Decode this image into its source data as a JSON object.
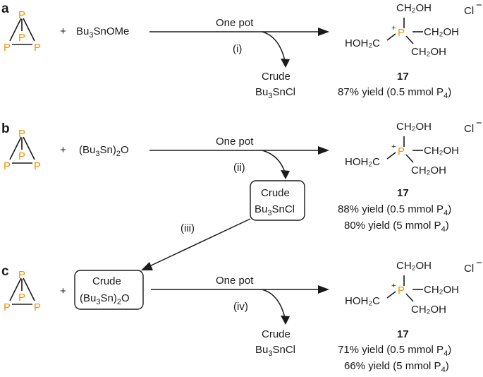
{
  "colors": {
    "phosphorus": "#f39200",
    "ink": "#1a1a1a",
    "background": "#ffffff"
  },
  "panels": [
    {
      "label": "a",
      "p4_atom": "P",
      "plus": "+",
      "reagent": {
        "main": "Bu",
        "sub1": "3",
        "rest": "SnOMe"
      },
      "arrow_above": "One pot",
      "arrow_step": "(i)",
      "byproduct": {
        "line1": "Crude",
        "line2_main": "Bu",
        "line2_sub": "3",
        "line2_rest": "SnCl",
        "boxed": false
      },
      "product": {
        "ch2oh": "CH₂OH",
        "hoh2c": "HOH₂C",
        "p_atom": "P",
        "charge": "+",
        "counterion": "Cl",
        "counterion_charge": "−",
        "number": "17"
      },
      "yields": [
        {
          "main": "87% yield (0.5 mmol P",
          "sub": "4",
          "end": ")"
        }
      ]
    },
    {
      "label": "b",
      "p4_atom": "P",
      "plus": "+",
      "reagent": {
        "main": "(Bu",
        "sub1": "3",
        "mid": "Sn)",
        "sub2": "2",
        "rest": "O"
      },
      "arrow_above": "One pot",
      "arrow_step": "(ii)",
      "byproduct": {
        "line1": "Crude",
        "line2_main": "Bu",
        "line2_sub": "3",
        "line2_rest": "SnCl",
        "boxed": true
      },
      "recycle_step": "(iii)",
      "product": {
        "ch2oh": "CH₂OH",
        "hoh2c": "HOH₂C",
        "p_atom": "P",
        "charge": "+",
        "counterion": "Cl",
        "counterion_charge": "−",
        "number": "17"
      },
      "yields": [
        {
          "main": "88% yield (0.5 mmol P",
          "sub": "4",
          "end": ")"
        },
        {
          "main": "80% yield (5 mmol P",
          "sub": "4",
          "end": ")"
        }
      ]
    },
    {
      "label": "c",
      "p4_atom": "P",
      "plus": "+",
      "reagent": {
        "line1": "Crude",
        "main": "(Bu",
        "sub1": "3",
        "mid": "Sn)",
        "sub2": "2",
        "rest": "O",
        "boxed": true
      },
      "arrow_above": "One pot",
      "arrow_step": "(iv)",
      "byproduct": {
        "line1": "Crude",
        "line2_main": "Bu",
        "line2_sub": "3",
        "line2_rest": "SnCl",
        "boxed": false
      },
      "product": {
        "ch2oh": "CH₂OH",
        "hoh2c": "HOH₂C",
        "p_atom": "P",
        "charge": "+",
        "counterion": "Cl",
        "counterion_charge": "−",
        "number": "17"
      },
      "yields": [
        {
          "main": "71% yield (0.5 mmol P",
          "sub": "4",
          "end": ")"
        },
        {
          "main": "66% yield (5 mmol P",
          "sub": "4",
          "end": ")"
        }
      ]
    }
  ]
}
